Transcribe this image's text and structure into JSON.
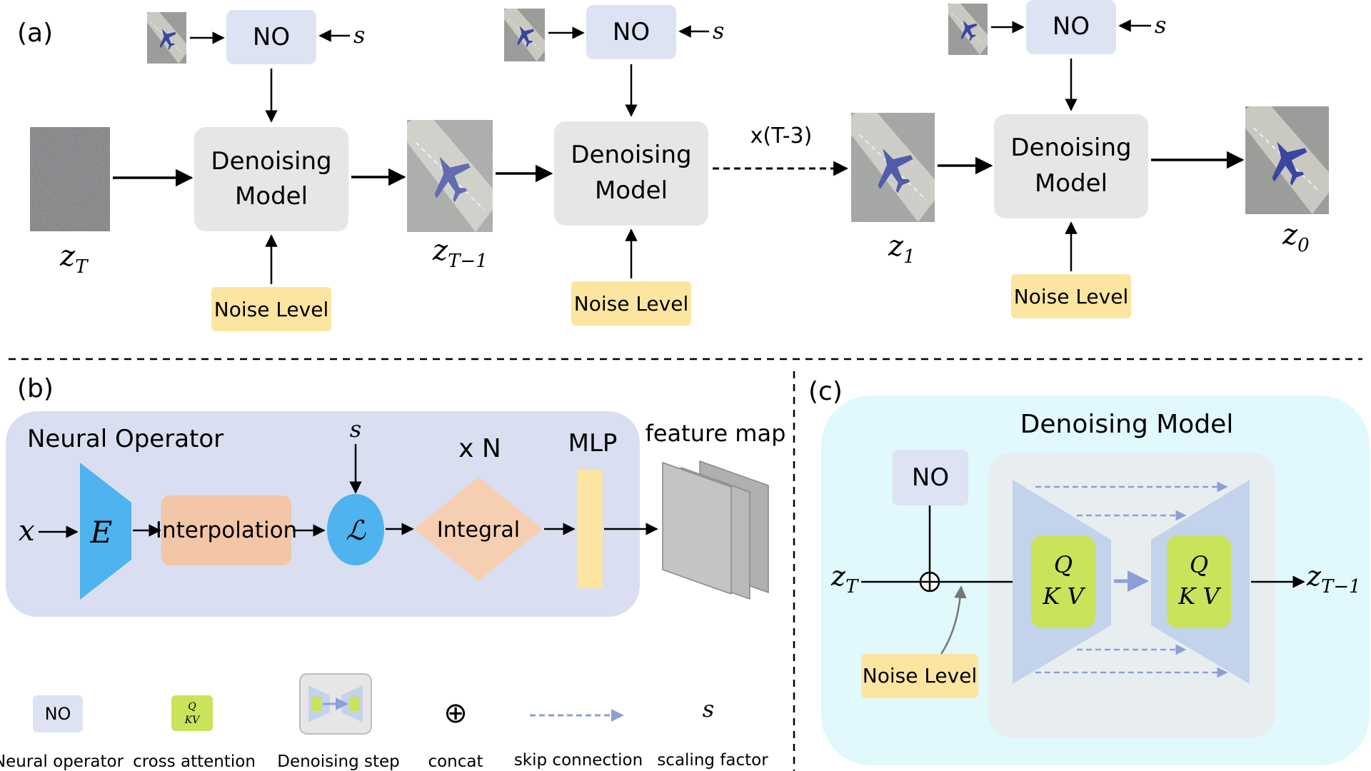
{
  "panel_a": {
    "label": "(a)",
    "no_label": "NO",
    "s_label": "s",
    "model_line1": "Denoising",
    "model_line2": "Model",
    "noise_level": "Noise Level",
    "repeat_label": "x(T-3)",
    "z_labels": {
      "zT": {
        "base": "z",
        "sub": "T"
      },
      "zT1": {
        "base": "z",
        "sub": "T−1"
      },
      "z1": {
        "base": "z",
        "sub": "1"
      },
      "z0": {
        "base": "z",
        "sub": "0"
      }
    }
  },
  "panel_b": {
    "label": "(b)",
    "title": "Neural Operator",
    "x": "x",
    "encoder": "E",
    "interpolation": "Interpolation",
    "s": "s",
    "lifting": "ℒ",
    "repeat": "x N",
    "integral": "Integral",
    "mlp": "MLP",
    "feature_map": "feature map"
  },
  "panel_c": {
    "label": "(c)",
    "title": "Denoising Model",
    "no": "NO",
    "noise_level": "Noise Level",
    "attn_line1": "Q",
    "attn_line2": "K V",
    "input": {
      "base": "z",
      "sub": "T"
    },
    "output": {
      "base": "z",
      "sub": "T−1"
    }
  },
  "legend": [
    {
      "symbol": "NO",
      "label": "Neural operator"
    },
    {
      "symbol_line1": "Q",
      "symbol_line2": "KV",
      "label": "cross attention"
    },
    {
      "label": "Denoising step"
    },
    {
      "symbol": "⊕",
      "label": "concat"
    },
    {
      "label": "skip connection"
    },
    {
      "symbol": "s",
      "label": "scaling factor"
    }
  ],
  "colors": {
    "no_box": "#dde3f2",
    "model_box": "#e6e6e6",
    "noise_box": "#fbe5a0",
    "panel_b_bg": "#d9dff0",
    "encoder": "#4eb3ee",
    "interp": "#f3c6a8",
    "integral": "#f6cfb3",
    "mlp": "#fbe5a0",
    "panel_c_bg": "#e1f8fc",
    "unet": "#c3d3ec",
    "attn": "#c9e35a",
    "skip": "#8e9fd6"
  }
}
